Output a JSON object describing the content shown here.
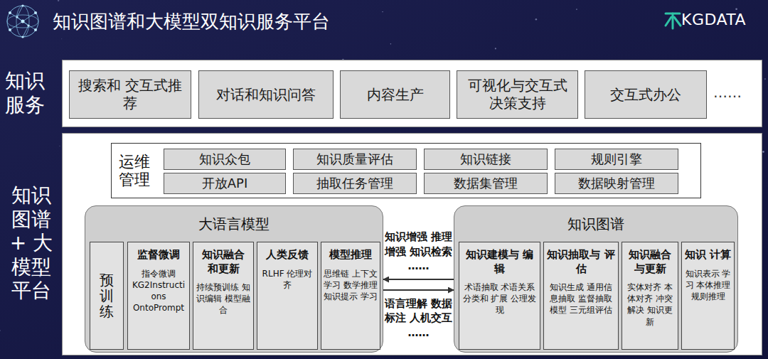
{
  "diagram": {
    "title": "知识图谱和大模型双知识服务平台",
    "nodes": [
      {
        "text": [
          "知识 服务"
        ]
      },
      {
        "text": [
          "搜索和 交互式推荐"
        ],
        "in": 0
      },
      {
        "text": [
          "对话和知识问答"
        ],
        "in": 0
      },
      {
        "text": [
          "内容生产"
        ],
        "in": 0
      },
      {
        "text": [
          "可视化与交互式 决策支持"
        ],
        "in": 0
      },
      {
        "text": [
          "交互式办公"
        ],
        "in": 0
      },
      {
        "text": [
          "知识 图谱 + 大模型 平台"
        ]
      },
      {
        "text": [
          "运维 管理"
        ],
        "in": 6
      },
      {
        "text": [
          "知识众包"
        ],
        "in": 7
      },
      {
        "text": [
          "知识质量评估"
        ],
        "in": 7
      },
      {
        "text": [
          "知识链接"
        ],
        "in": 7
      },
      {
        "text": [
          "规则引擎"
        ],
        "in": 7
      },
      {
        "text": [
          "开放API"
        ],
        "in": 7
      },
      {
        "text": [
          "抽取任务管理"
        ],
        "in": 7
      },
      {
        "text": [
          "数据集管理"
        ],
        "in": 7
      },
      {
        "text": [
          "数据映射管理"
        ],
        "in": 7
      },
      {
        "text": [
          "大语言模型"
        ],
        "in": 6
      },
      {
        "text": [
          "预训练"
        ],
        "in": 16
      },
      {
        "text": [
          "监督微调",
          "指令微调 KG2Instructions OntoPrompt"
        ],
        "in": 16
      },
      {
        "text": [
          "知识融合 和更新",
          "持续预训练 知识编辑 模型融合"
        ],
        "in": 16
      },
      {
        "text": [
          "人类反馈",
          "RLHF 伦理对齐"
        ],
        "in": 16
      },
      {
        "text": [
          "模型推理",
          "思维链 上下文学习 数学推理 知识提示 学习"
        ],
        "in": 16
      },
      {
        "text": [
          "知识图谱"
        ],
        "in": 6
      },
      {
        "text": [
          "知识建模与 编辑",
          "术语抽取 术语关系分类和 扩展 公理发现"
        ],
        "in": 22
      },
      {
        "text": [
          "知识抽取与 评估",
          "知识生成 通用信息抽取 监督抽取模型 三元组评估"
        ],
        "in": 22
      },
      {
        "text": [
          "知识融合 与更新",
          "实体对齐 本体对齐 冲突解决 知识更新"
        ],
        "in": 22
      },
      {
        "text": [
          "知识 计算",
          "知识表示 学习 本体推理 规则推理"
        ],
        "in": 22
      }
    ],
    "edges": [
      {
        "from": 22,
        "to": 16,
        "arrow": "to",
        "label": "知识增强 推理增强 知识检索 ……"
      },
      {
        "from": 16,
        "to": 22,
        "arrow": "to",
        "label": "语言理解 数据标注 人机交互 ……"
      }
    ],
    "labels": [
      "KGDATA",
      "……"
    ]
  }
}
